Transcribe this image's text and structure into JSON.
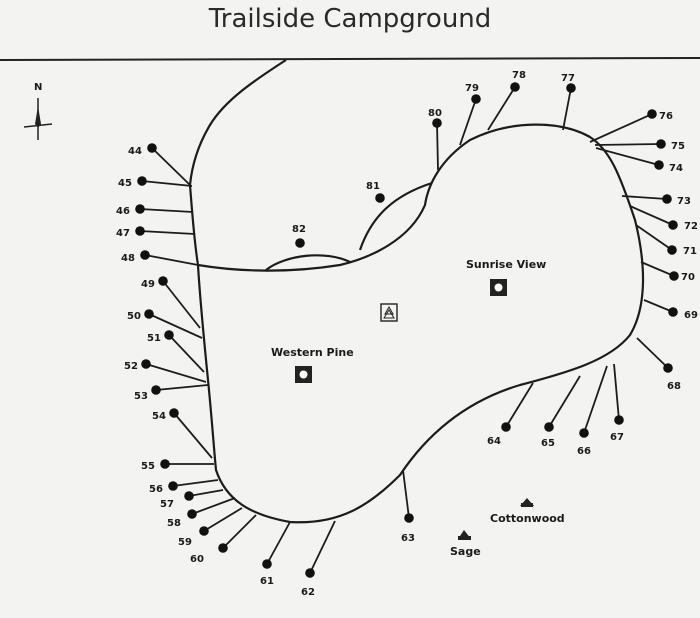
{
  "title": "Trailside Campground",
  "compass": {
    "label": "N"
  },
  "areas": {
    "sunrise": "Sunrise View",
    "western": "Western Pine",
    "cottonwood": "Cottonwood",
    "sage": "Sage"
  },
  "icons": {
    "loop_star": "star-building-icon",
    "restroom": "tree-restroom-icon",
    "cabin": "cabin-icon"
  },
  "sites": [
    {
      "n": "44"
    },
    {
      "n": "45"
    },
    {
      "n": "46"
    },
    {
      "n": "47"
    },
    {
      "n": "48"
    },
    {
      "n": "49"
    },
    {
      "n": "50"
    },
    {
      "n": "51"
    },
    {
      "n": "52"
    },
    {
      "n": "53"
    },
    {
      "n": "54"
    },
    {
      "n": "55"
    },
    {
      "n": "56"
    },
    {
      "n": "57"
    },
    {
      "n": "58"
    },
    {
      "n": "59"
    },
    {
      "n": "60"
    },
    {
      "n": "61"
    },
    {
      "n": "62"
    },
    {
      "n": "63"
    },
    {
      "n": "64"
    },
    {
      "n": "65"
    },
    {
      "n": "66"
    },
    {
      "n": "67"
    },
    {
      "n": "68"
    },
    {
      "n": "69"
    },
    {
      "n": "70"
    },
    {
      "n": "71"
    },
    {
      "n": "72"
    },
    {
      "n": "73"
    },
    {
      "n": "74"
    },
    {
      "n": "75"
    },
    {
      "n": "76"
    },
    {
      "n": "77"
    },
    {
      "n": "78"
    },
    {
      "n": "79"
    },
    {
      "n": "80"
    },
    {
      "n": "81"
    },
    {
      "n": "82"
    }
  ]
}
